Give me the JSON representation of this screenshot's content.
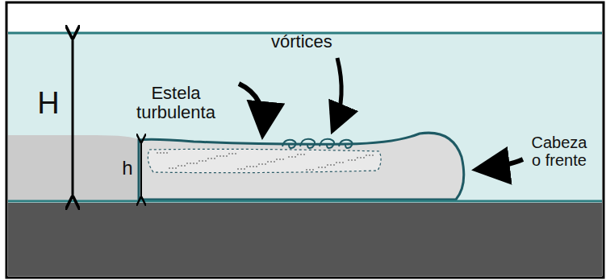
{
  "diagram": {
    "labels": [
      "H",
      "h",
      "Estela turbulenta",
      "vórtices",
      "Cabeza o frente"
    ]
  }
}
